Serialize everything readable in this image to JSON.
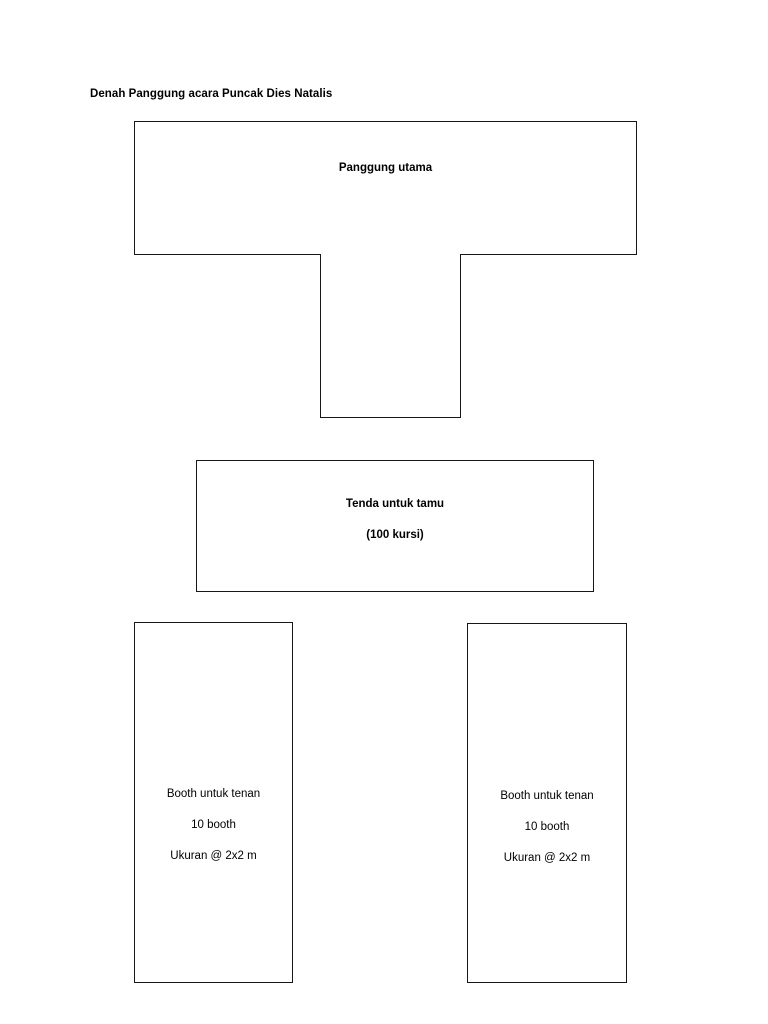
{
  "document": {
    "title": "Denah Panggung acara Puncak Dies Natalis"
  },
  "layout": {
    "main_stage": {
      "label": "Panggung utama"
    },
    "runway": {
      "label": ""
    },
    "guest_tent": {
      "line1": "Tenda untuk tamu",
      "line2": "(100 kursi)"
    },
    "booth_left": {
      "line1": "Booth untuk tenan",
      "line2": "10 booth",
      "line3": "Ukuran @ 2x2 m"
    },
    "booth_right": {
      "line1": "Booth untuk tenan",
      "line2": "10 booth",
      "line3": "Ukuran @ 2x2 m"
    }
  },
  "colors": {
    "page_background": "#ffffff",
    "shape_border": "#171717",
    "shape_fill": "#ffffff",
    "text": "#000000"
  }
}
